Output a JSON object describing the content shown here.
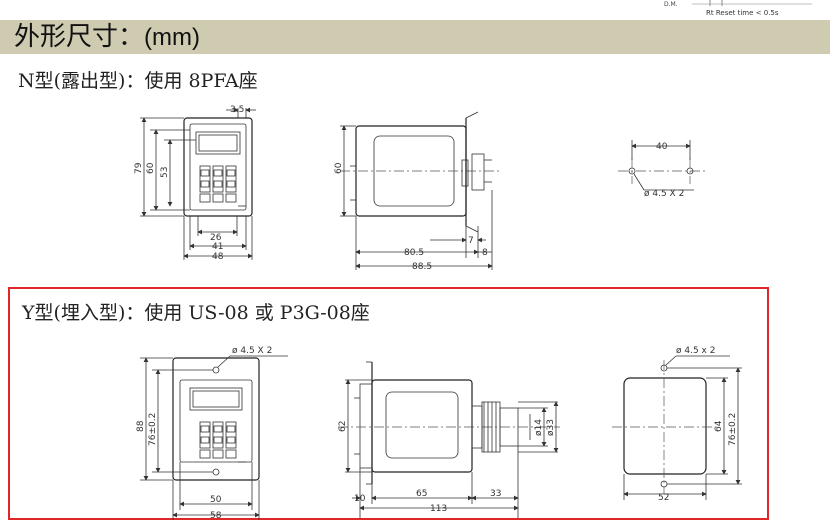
{
  "header": {
    "title": "外形尺寸：",
    "unit": "(mm)",
    "reset_note": "Rt Reset time < 0.5s"
  },
  "sections": {
    "n_type": {
      "label": "N型(露出型)：使用 8PFA座",
      "dims": {
        "d3_5": "3.5",
        "d79": "79",
        "d60": "60",
        "d53": "53",
        "d26": "26",
        "d41": "41",
        "d48": "48",
        "side60": "60",
        "d80_5": "80.5",
        "d88_5": "88.5",
        "d7": "7",
        "d8": "8",
        "d40": "40",
        "hole": "ø 4.5 X 2"
      }
    },
    "y_type": {
      "label": "Y型(埋入型)：使用 US-08 或 P3G-08座",
      "dims": {
        "hole_front": "ø 4.5 X 2",
        "d88": "88",
        "d76": "76±0.2",
        "d50": "50",
        "d58": "58",
        "d62": "62",
        "d14": "ø14",
        "d33v": "ø33",
        "d10": "10",
        "d65": "65",
        "d33": "33",
        "d113": "113",
        "hole_cut": "ø 4.5 x 2",
        "d64": "64",
        "d76b": "76±0.2",
        "d52": "52"
      }
    }
  },
  "colors": {
    "title_bar": "#cfcbb1",
    "highlight_box": "#e1262a",
    "line": "#333333"
  }
}
